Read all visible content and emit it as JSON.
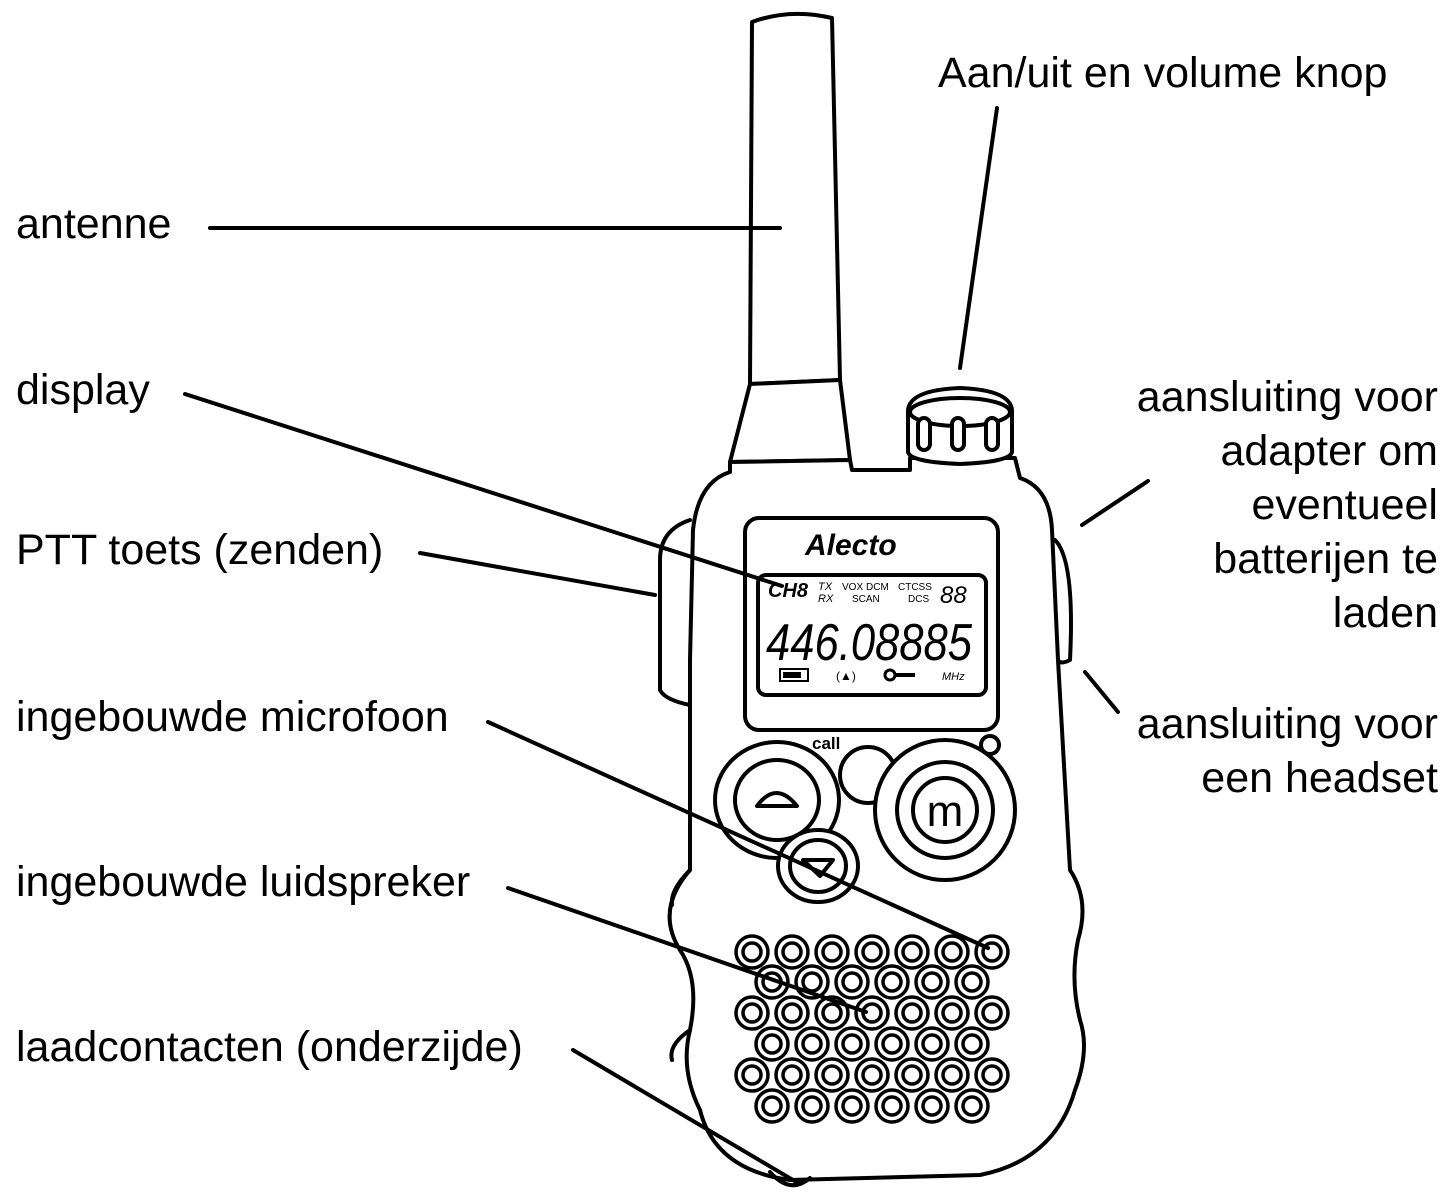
{
  "labels": {
    "antenna": "antenne",
    "display": "display",
    "ptt": "PTT toets (zenden)",
    "microphone": "ingebouwde microfoon",
    "speaker": "ingebouwde luidspreker",
    "charge_contacts": "laadcontacten (onderzijde)",
    "power_volume": "Aan/uit en volume knop",
    "adapter_lines": [
      "aansluiting voor",
      "adapter om",
      "eventueel",
      "batterijen te",
      "laden"
    ],
    "headset_lines": [
      "aansluiting voor",
      "een headset"
    ]
  },
  "device": {
    "brand": "Alecto",
    "lcd": {
      "ch": "CH8",
      "tx": "TX",
      "rx": "RX",
      "vox": "VOX",
      "dcm": "DCM",
      "scan": "SCAN",
      "ctcss": "CTCSS",
      "dcs": "DCS",
      "code": "88",
      "frequency": "446.08885",
      "unit": "MHz"
    },
    "call_label": "call",
    "m_button": "m"
  },
  "colors": {
    "line": "#000000",
    "background": "#ffffff"
  }
}
